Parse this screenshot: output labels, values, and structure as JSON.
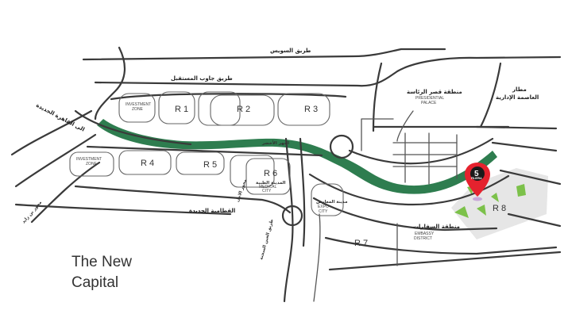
{
  "title": {
    "line1": "The New",
    "line2": "Capital"
  },
  "colors": {
    "river": "#2e7d4f",
    "embassy": "#e6e6e6",
    "parks": "#7cc14a",
    "marker": "#e5222e",
    "roads": "#3a3a3a"
  },
  "districts": {
    "r1": "R 1",
    "r2": "R 2",
    "r3": "R 3",
    "r4": "R 4",
    "r5": "R 5",
    "r6": "R 6",
    "r7": "R 7",
    "r8": "R 8"
  },
  "zones": {
    "investment_top_1": "INVESTMENT",
    "investment_top_2": "ZONE",
    "investment_left_1": "INVESTMENT",
    "investment_left_2": "ZONE",
    "medical_en_1": "MEDICAL",
    "medical_en_2": "CITY",
    "expo_en_1": "EXPO",
    "expo_en_2": "CITY",
    "presidential_en_1": "PRESIDENTIAL",
    "presidential_en_2": "PALACE",
    "embassy_en_1": "EMBASSY",
    "embassy_en_2": "DISTRICT"
  },
  "arabic": {
    "suez_road": "طريق السويس",
    "regional_ring": "طريق جاوب المستقبل",
    "to_new_cairo": "الى القاهرة الجديدة",
    "new_cairo": "القطامية الجديدة",
    "presidential": "منطقة قصر الرئاسة",
    "airport_1": "مطار",
    "airport_2": "العاصمة الإدارية",
    "embassy": "منطقة السفارات",
    "bin_zayed": "محور بن زايد",
    "amal_axis": "محور الامل",
    "medical": "المدينة الطبية",
    "expo": "مدينة المعارض",
    "river_name": "النهر الأخضر",
    "ain_sokhna": "طريق العين السخنة"
  },
  "marker": {
    "icon": "map-pin-icon",
    "logo_text": "FILIERA"
  }
}
